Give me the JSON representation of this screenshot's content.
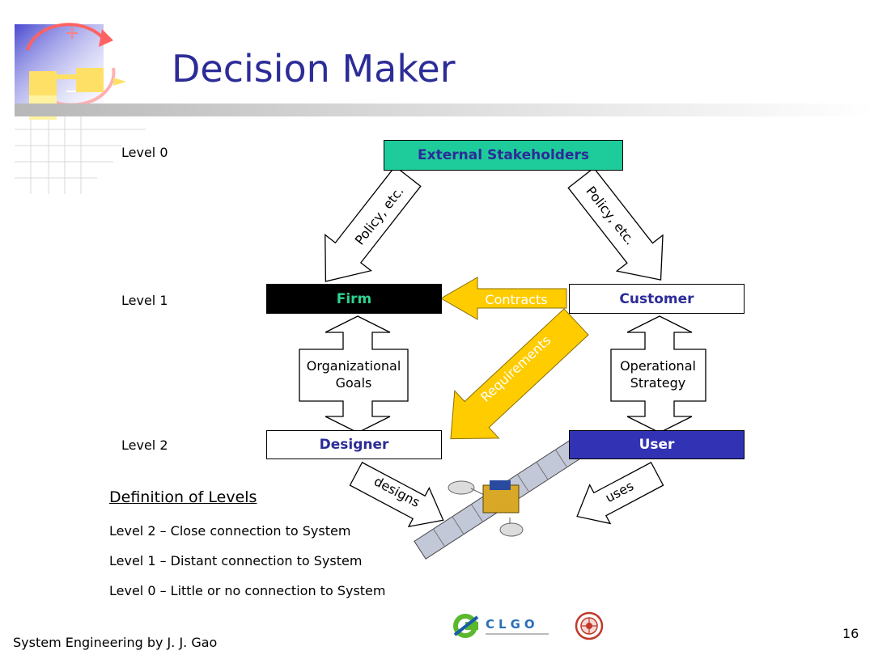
{
  "slide": {
    "title": "Decision Maker",
    "page_number": "16",
    "footer": "System Engineering by J. J. Gao",
    "logo_text": "CLGO"
  },
  "levels": {
    "level0": "Level 0",
    "level1": "Level 1",
    "level2": "Level 2"
  },
  "nodes": {
    "external": "External Stakeholders",
    "firm": "Firm",
    "customer": "Customer",
    "designer": "Designer",
    "user": "User"
  },
  "arrows": {
    "policy_left": "Policy, etc.",
    "policy_right": "Policy, etc.",
    "contracts": "Contracts",
    "requirements": "Requirements",
    "org_goals_line1": "Organizational",
    "org_goals_line2": "Goals",
    "op_strategy_line1": "Operational",
    "op_strategy_line2": "Strategy",
    "designs": "designs",
    "uses": "uses"
  },
  "definitions": {
    "heading": "Definition of Levels",
    "items": [
      "Level 2 – Close connection to System",
      "Level 1 – Distant connection to System",
      "Level 0 – Little or no connection to System"
    ]
  },
  "colors": {
    "title": "#2c2c98",
    "external_fill": "#1ecc9b",
    "firm_fill": "#000000",
    "firm_text": "#2ed38f",
    "user_fill": "#3232b4",
    "node_text": "#2c2c98",
    "contracts_arrow": "#ffcc00"
  }
}
